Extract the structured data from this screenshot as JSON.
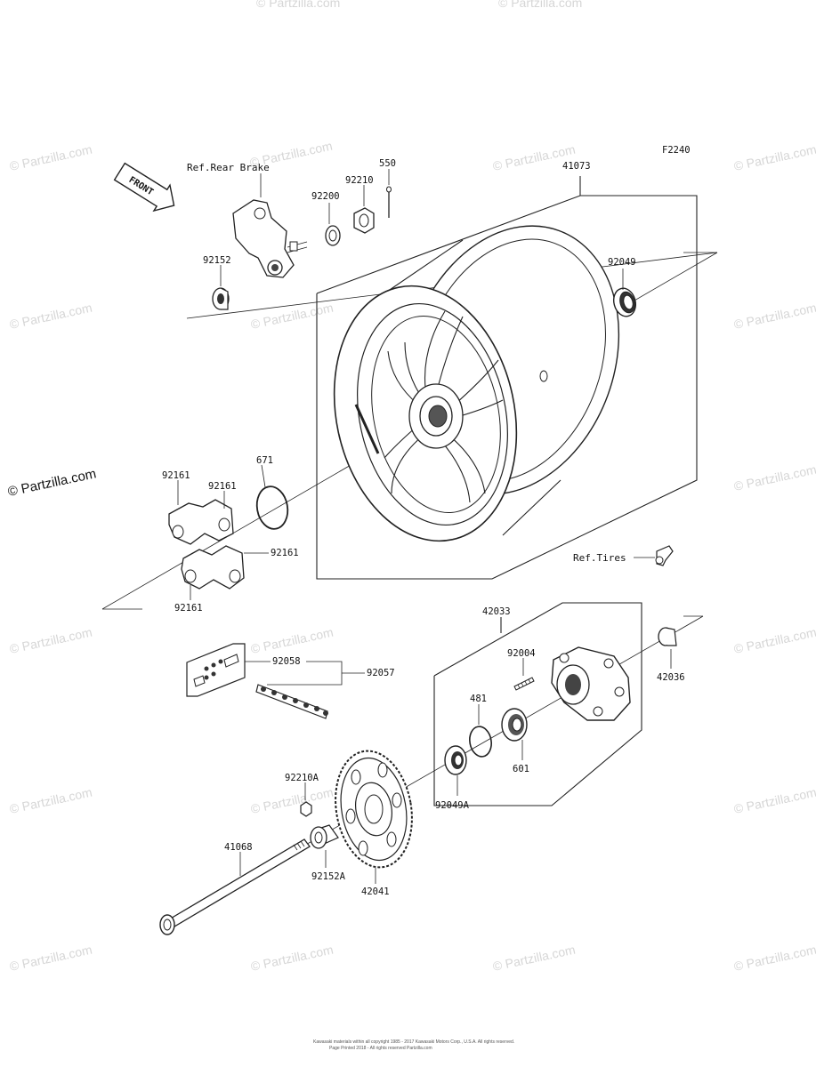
{
  "figure_code": "F2240",
  "front_arrow": "FRONT",
  "refs": {
    "rear_brake": "Ref.Rear Brake",
    "tires": "Ref.Tires"
  },
  "parts": {
    "wheel": "41073",
    "caliper_collar": "92152",
    "washer": "92200",
    "nut": "92210",
    "cotter_pin": "550",
    "seal_right": "92049",
    "o_ring": "671",
    "damper_a": "92161",
    "damper_b": "92161",
    "damper_c": "92161",
    "damper_d": "92161",
    "coupling_assy": "42033",
    "stud": "92004",
    "collar_coupling": "42036",
    "chain_joint": "92058",
    "chain": "92057",
    "circlip": "481",
    "bearing": "601",
    "seal_left": "92049A",
    "nut_sprocket": "92210A",
    "axle": "41068",
    "collar_left": "92152A",
    "sprocket": "42041"
  },
  "watermark": "© Partzilla.com",
  "footer": [
    "Kawasaki materials within all copyright 1985 - 2017 Kawasaki Motors Corp., U.S.A. All rights reserved.",
    "Page Printed 2018 - All rights reserved Partzilla.com"
  ]
}
